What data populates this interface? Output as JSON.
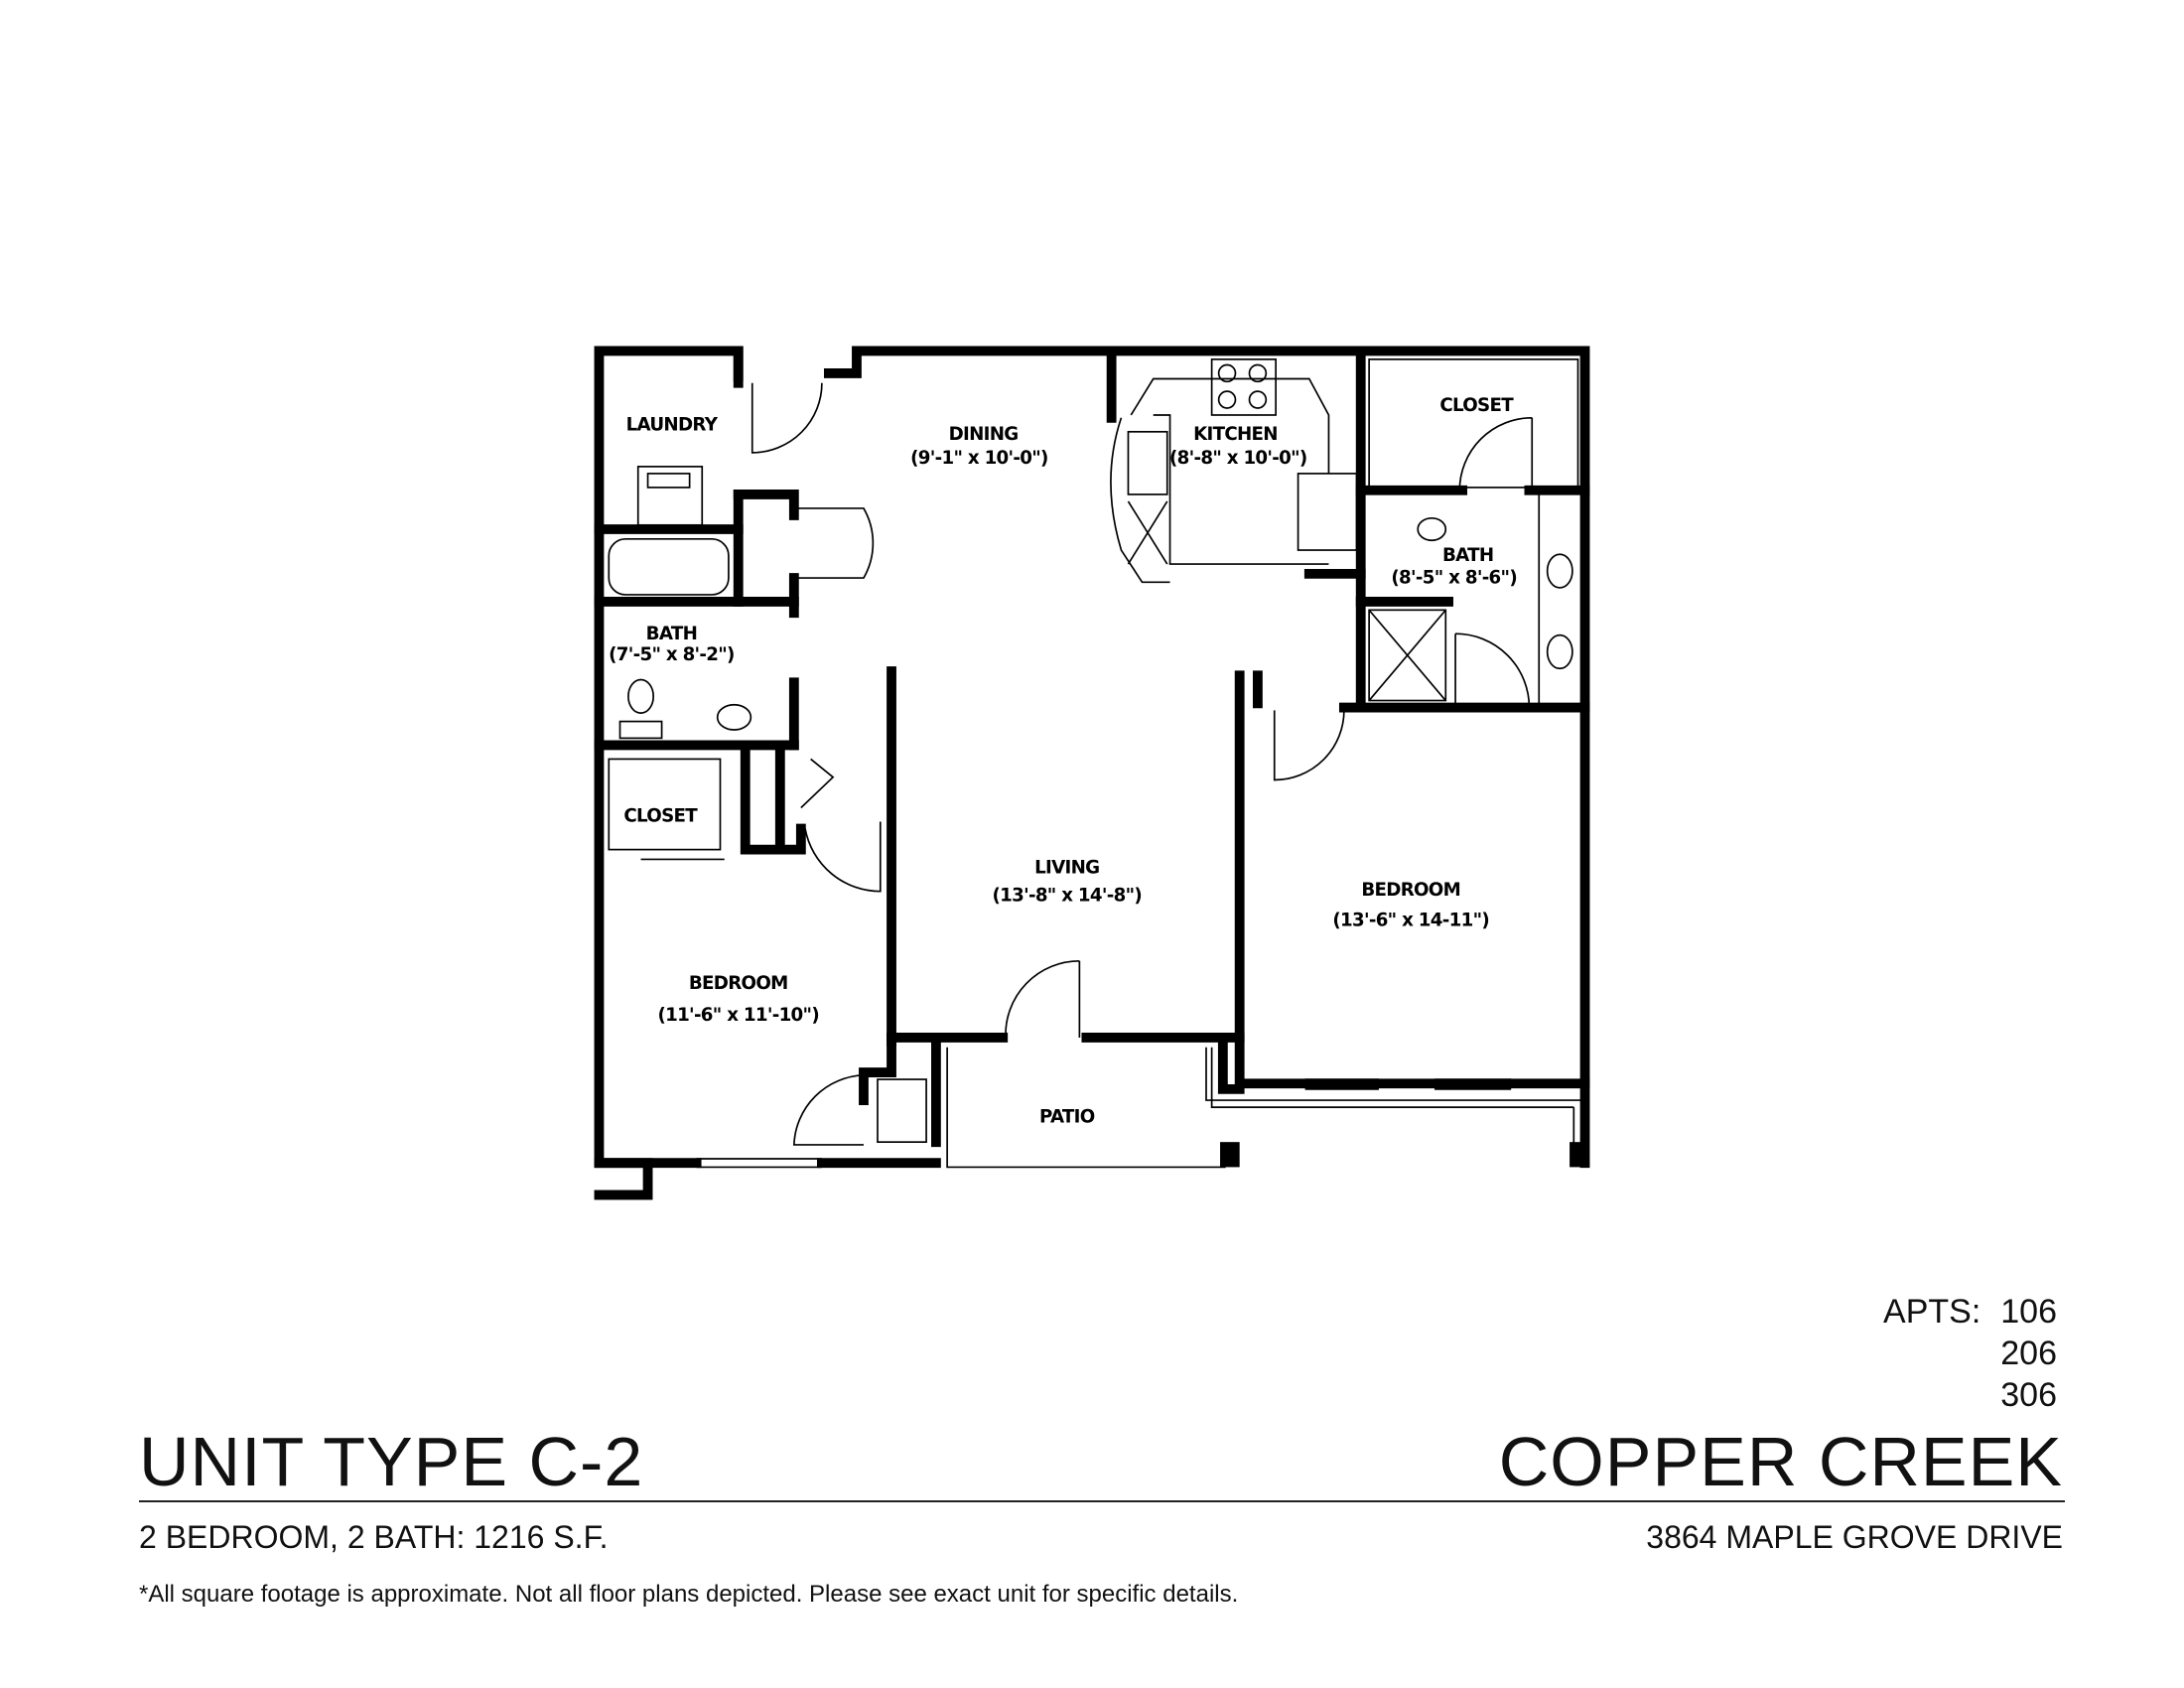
{
  "header": {
    "unit_title": "UNIT TYPE C-2",
    "brand": "COPPER CREEK",
    "summary": "2 BEDROOM, 2 BATH: 1216 S.F.",
    "address": "3864 MAPLE GROVE DRIVE",
    "note": "*All square footage is approximate. Not all floor plans depicted. Please see exact unit for specific details."
  },
  "apartments": {
    "label": "APTS:",
    "numbers": [
      "106",
      "206",
      "306"
    ]
  },
  "rooms": [
    {
      "name": "LAUNDRY",
      "dims": ""
    },
    {
      "name": "DINING",
      "dims": "(9'-1\" x 10'-0\")"
    },
    {
      "name": "KITCHEN",
      "dims": "(8'-8\" x 10'-0\")"
    },
    {
      "name": "CLOSET",
      "dims": ""
    },
    {
      "name": "BATH",
      "dims": "(8'-5\" x 8'-6\")"
    },
    {
      "name": "BATH",
      "dims": "(7'-5\" x 8'-2\")"
    },
    {
      "name": "CLOSET",
      "dims": ""
    },
    {
      "name": "LIVING",
      "dims": "(13'-8\" x 14'-8\")"
    },
    {
      "name": "BEDROOM",
      "dims": "(13'-6\" x 14-11\")"
    },
    {
      "name": "BEDROOM",
      "dims": "(11'-6\" x 11'-10\")"
    },
    {
      "name": "PATIO",
      "dims": ""
    }
  ]
}
